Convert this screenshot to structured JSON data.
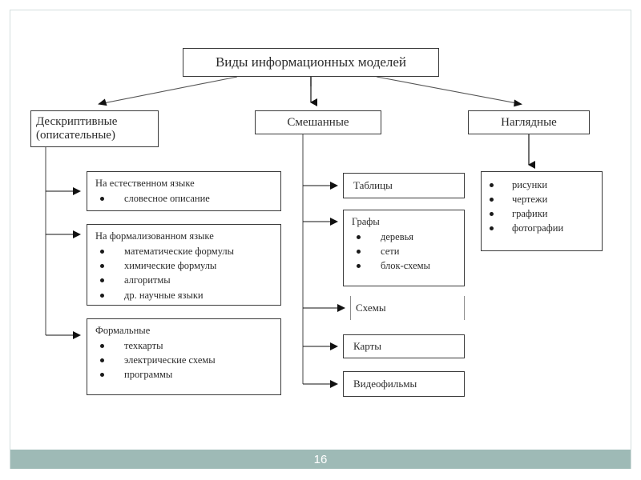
{
  "slide": {
    "page_number": "16",
    "footer_color": "#9ebab6",
    "border_color": "#d3dedd",
    "title": "Виды информационных моделей"
  },
  "categories": {
    "left": {
      "line1": "Дескриптивные",
      "line2": "(описательные)"
    },
    "middle": {
      "label": "Смешанные"
    },
    "right": {
      "label": "Наглядные"
    }
  },
  "left_column": [
    {
      "header": "На естественном языке",
      "bullets": [
        "словесное описание"
      ]
    },
    {
      "header": "На формализованном языке",
      "bullets": [
        "математические формулы",
        "химические формулы",
        "алгоритмы",
        "др. научные языки"
      ]
    },
    {
      "header": "Формальные",
      "bullets": [
        "техкарты",
        "электрические схемы",
        "программы"
      ]
    }
  ],
  "middle_column": [
    {
      "header": "Таблицы",
      "bullets": []
    },
    {
      "header": "Графы",
      "bullets": [
        "деревья",
        "сети",
        "блок-схемы"
      ]
    },
    {
      "header": "Схемы",
      "bullets": []
    },
    {
      "header": "Карты",
      "bullets": []
    },
    {
      "header": "Видеофильмы",
      "bullets": []
    }
  ],
  "right_column": [
    {
      "header": "",
      "bullets": [
        "рисунки",
        "чертежи",
        "графики",
        "фотографии"
      ]
    }
  ]
}
